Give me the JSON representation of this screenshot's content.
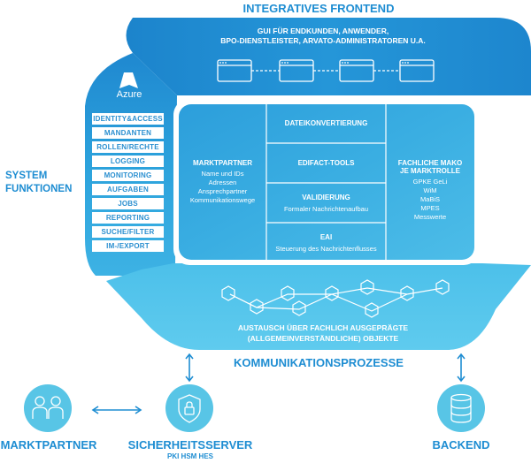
{
  "top": {
    "title": "INTEGRATIVES FRONTEND",
    "subtitle_line1": "GUI FÜR ENDKUNDEN, ANWENDER,",
    "subtitle_line2": "BPO-DIENSTLEISTER, ARVATO-ADMINISTRATOREN U.A."
  },
  "azure": {
    "label": "Azure"
  },
  "system": {
    "title_line1": "SYSTEM",
    "title_line2": "FUNKTIONEN",
    "items": [
      "IDENTITY&ACCESS",
      "MANDANTEN",
      "ROLLEN/RECHTE",
      "LOGGING",
      "MONITORING",
      "AUFGABEN",
      "JOBS",
      "REPORTING",
      "SUCHE/FILTER",
      "IM-/EXPORT"
    ]
  },
  "center": {
    "marktpartner": {
      "title": "MARKTPARTNER",
      "lines": [
        "Name und IDs",
        "Adressen",
        "Ansprechpartner",
        "Kommunikationswege"
      ]
    },
    "dateikonvertierung": {
      "title": "DATEIKONVERTIERUNG"
    },
    "edifact": {
      "title": "EDIFACT-TOOLS"
    },
    "validierung": {
      "title": "VALIDIERUNG",
      "sub": "Formaler Nachrichtenaufbau"
    },
    "eai": {
      "title": "EAI",
      "sub": "Steuerung des Nachrichtenflusses"
    },
    "fachliche": {
      "title_line1": "FACHLICHE MAKO",
      "title_line2": "JE MARKTROLLE",
      "lines": [
        "GPKE GeLi",
        "WiM",
        "MaBiS",
        "MPES",
        "Messwerte"
      ]
    }
  },
  "bottom_band": {
    "line1": "AUSTAUSCH ÜBER FACHLICH AUSGEPRÄGTE",
    "line2": "(ALLGEMEINVERSTÄNDLICHE) OBJEKTE"
  },
  "kommunikation": {
    "title": "KOMMUNIKATIONSPROZESSE"
  },
  "nodes": {
    "marktpartner": {
      "label": "MARKTPARTNER"
    },
    "sicherheitsserver": {
      "label": "SICHERHEITSSERVER",
      "sub": "PKI HSM HES"
    },
    "backend": {
      "label": "BACKEND"
    }
  },
  "colors": {
    "primary": "#1e8dd2",
    "light": "#56c4ea",
    "node": "#58c5e6",
    "white": "#ffffff"
  }
}
